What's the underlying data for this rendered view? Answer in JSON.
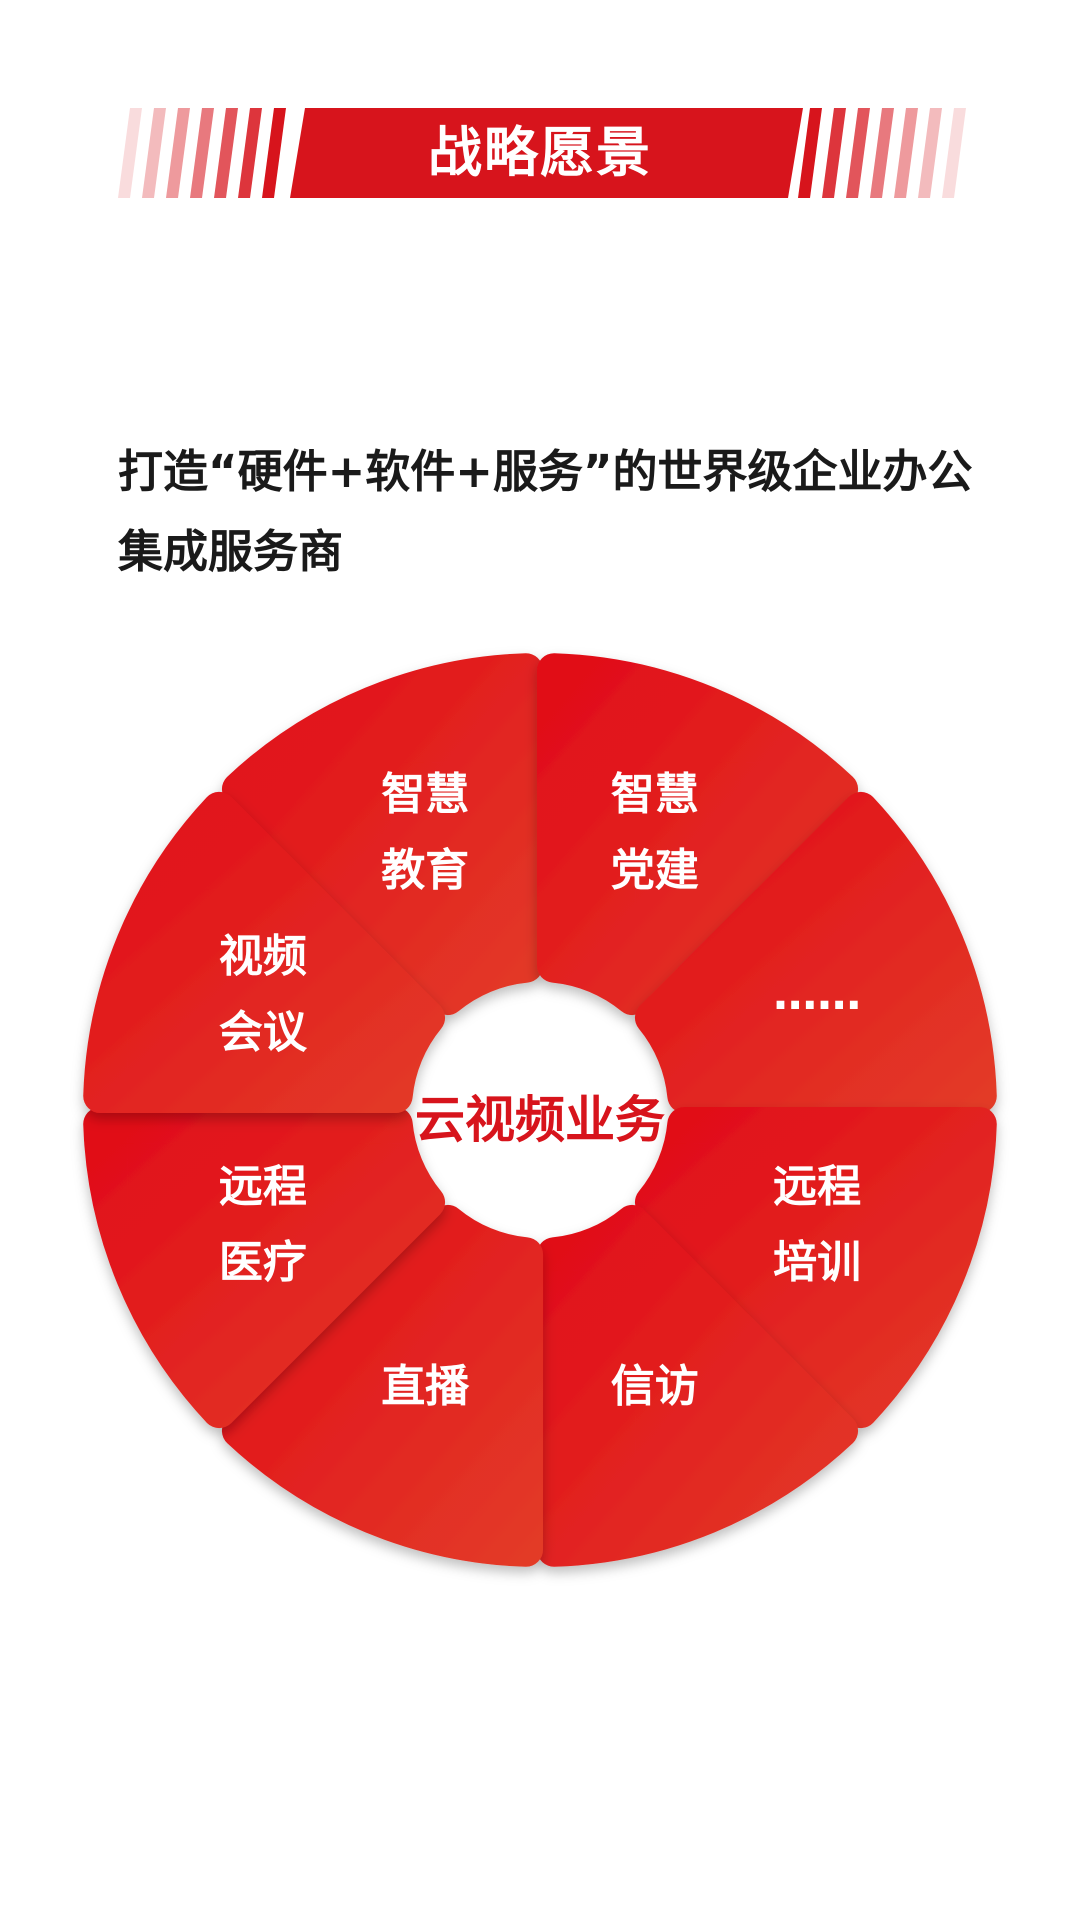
{
  "banner": {
    "title": "战略愿景"
  },
  "intro": {
    "text": "打造“硬件+软件+服务”的世界级企业办公集成服务商"
  },
  "diagram": {
    "center": "云视频业务",
    "petals": [
      {
        "label": "智慧\n教育"
      },
      {
        "label": "智慧\n党建"
      },
      {
        "label": "……"
      },
      {
        "label": "远程\n培训"
      },
      {
        "label": "信访"
      },
      {
        "label": "直播"
      },
      {
        "label": "远程\n医疗"
      },
      {
        "label": "视频\n会议"
      }
    ]
  },
  "colors": {
    "primary_red": "#d7141c",
    "light_red": "#e2362a",
    "text_dark": "#1a1a1a"
  }
}
